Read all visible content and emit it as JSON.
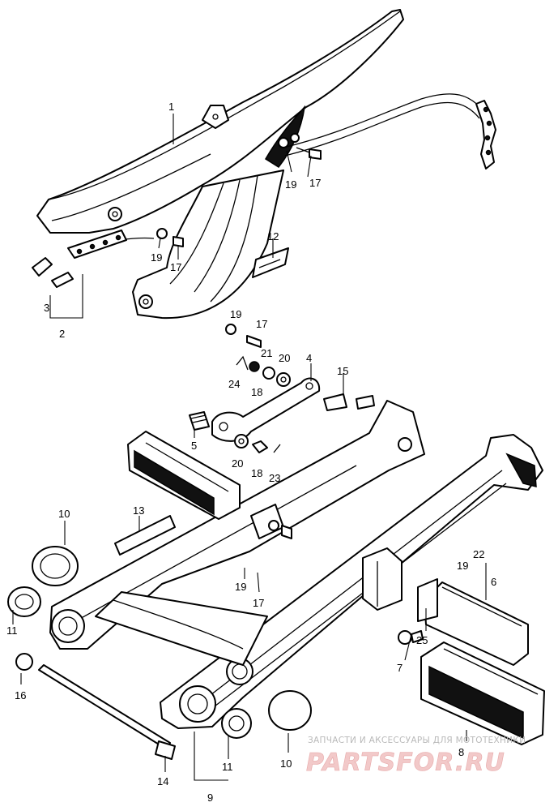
{
  "callouts": {
    "c1": "1",
    "c2": "2",
    "c3": "3",
    "c4": "4",
    "c5": "5",
    "c6": "6",
    "c7": "7",
    "c8": "8",
    "c9": "9",
    "c10a": "10",
    "c10b": "10",
    "c11a": "11",
    "c11b": "11",
    "c12": "12",
    "c13": "13",
    "c14": "14",
    "c15": "15",
    "c16": "16",
    "c17a": "17",
    "c17b": "17",
    "c17c": "17",
    "c17d": "17",
    "c18a": "18",
    "c18b": "18",
    "c19a": "19",
    "c19b": "19",
    "c19c": "19",
    "c19d": "19",
    "c19e": "19",
    "c20a": "20",
    "c20b": "20",
    "c21": "21",
    "c22": "22",
    "c23": "23",
    "c24": "24",
    "c25": "25"
  },
  "watermark": {
    "caption": "ЗАПЧАСТИ И АКСЕССУАРЫ ДЛЯ МОТОТЕХНИКИ",
    "brand": "PARTSFOR.RU"
  }
}
